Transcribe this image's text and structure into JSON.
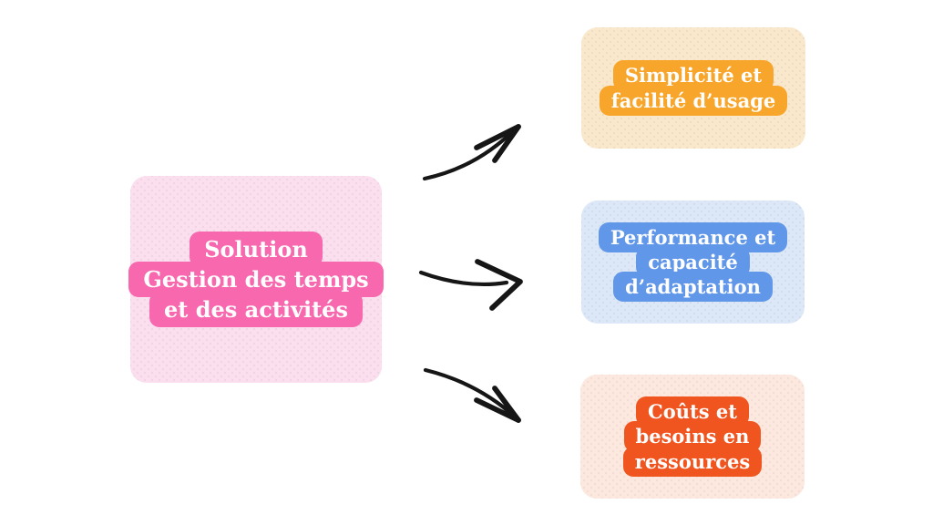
{
  "source": {
    "lines": [
      "Solution",
      "Gestion des temps",
      "et des activités"
    ],
    "bg_color": "#fbdfee",
    "highlight_color": "#f768ae",
    "text_color": "#ffffff"
  },
  "targets": [
    {
      "name": "simplicite",
      "lines": [
        "Simplicité et",
        "facilité d’usage"
      ],
      "bg_color": "#fae8cc",
      "highlight_color": "#f8a62b",
      "text_color": "#ffffff"
    },
    {
      "name": "performance",
      "lines": [
        "Performance et",
        "capacité",
        "d’adaptation"
      ],
      "bg_color": "#dce8f8",
      "highlight_color": "#6197e9",
      "text_color": "#ffffff"
    },
    {
      "name": "couts",
      "lines": [
        "Coûts et",
        "besoins en",
        "ressources"
      ],
      "bg_color": "#fce8de",
      "highlight_color": "#f1551f",
      "text_color": "#ffffff"
    }
  ],
  "arrows": {
    "color": "#161616",
    "count": 3,
    "style": "hand-drawn curved"
  }
}
